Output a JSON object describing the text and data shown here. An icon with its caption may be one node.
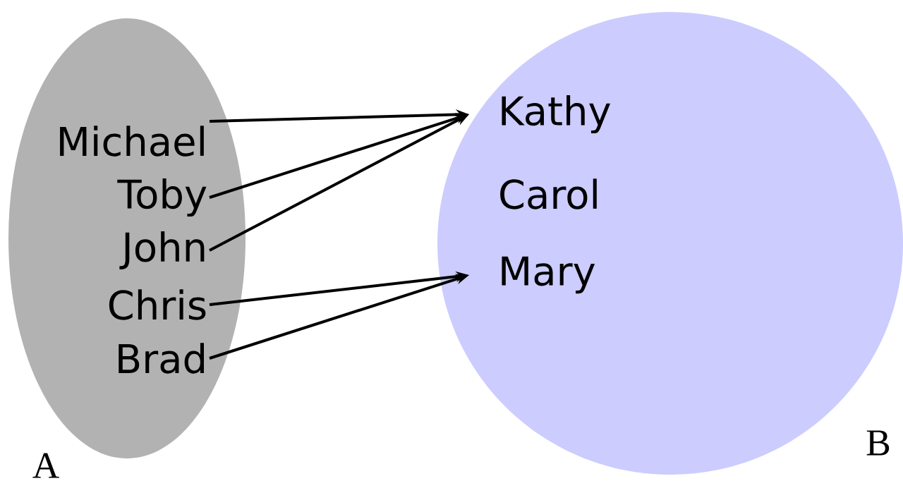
{
  "diagram": {
    "nodes": [
      {
        "text": [
          "A"
        ]
      },
      {
        "text": [
          "B"
        ]
      },
      {
        "text": [
          "Michael"
        ],
        "in": 0
      },
      {
        "text": [
          "Toby"
        ],
        "in": 0
      },
      {
        "text": [
          "John"
        ],
        "in": 0
      },
      {
        "text": [
          "Chris"
        ],
        "in": 0
      },
      {
        "text": [
          "Brad"
        ],
        "in": 0
      },
      {
        "text": [
          "Kathy"
        ],
        "in": 1
      },
      {
        "text": [
          "Carol"
        ],
        "in": 1
      },
      {
        "text": [
          "Mary"
        ],
        "in": 1
      }
    ],
    "edges": [
      {
        "from": 2,
        "to": 7,
        "arrow": "to"
      },
      {
        "from": 3,
        "to": 7,
        "arrow": "to"
      },
      {
        "from": 4,
        "to": 7,
        "arrow": "to"
      },
      {
        "from": 5,
        "to": 9,
        "arrow": "to"
      },
      {
        "from": 6,
        "to": 9,
        "arrow": "to"
      }
    ]
  }
}
